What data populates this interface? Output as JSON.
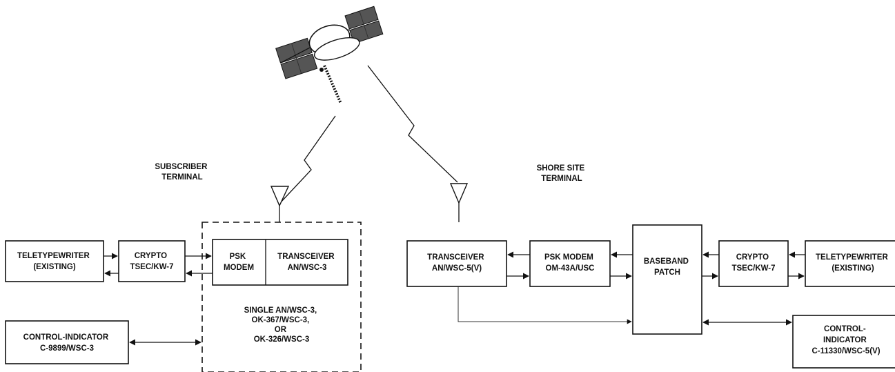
{
  "labels": {
    "subscriber_terminal": [
      "SUBSCRIBER",
      "TERMINAL"
    ],
    "shore_site_terminal": [
      "SHORE SITE",
      "TERMINAL"
    ]
  },
  "subscriber": {
    "teletypewriter": [
      "TELETYPEWRITER",
      "(EXISTING)"
    ],
    "crypto": [
      "CRYPTO",
      "TSEC/KW-7"
    ],
    "psk_modem": [
      "PSK",
      "MODEM"
    ],
    "transceiver": [
      "TRANSCEIVER",
      "AN/WSC-3"
    ],
    "single_note": [
      "SINGLE AN/WSC-3,",
      "OK-367/WSC-3,",
      "OR",
      "OK-326/WSC-3"
    ],
    "control_indicator": [
      "CONTROL-INDICATOR",
      "C-9899/WSC-3"
    ]
  },
  "shore": {
    "transceiver": [
      "TRANSCEIVER",
      "AN/WSC-5(V)"
    ],
    "psk_modem": [
      "PSK MODEM",
      "OM-43A/USC"
    ],
    "baseband_patch": [
      "BASEBAND",
      "PATCH"
    ],
    "crypto": [
      "CRYPTO",
      "TSEC/KW-7"
    ],
    "teletypewriter": [
      "TELETYPEWRITER",
      "(EXISTING)"
    ],
    "control_indicator": [
      "CONTROL-",
      "INDICATOR",
      "C-11330/WSC-5(V)"
    ]
  }
}
